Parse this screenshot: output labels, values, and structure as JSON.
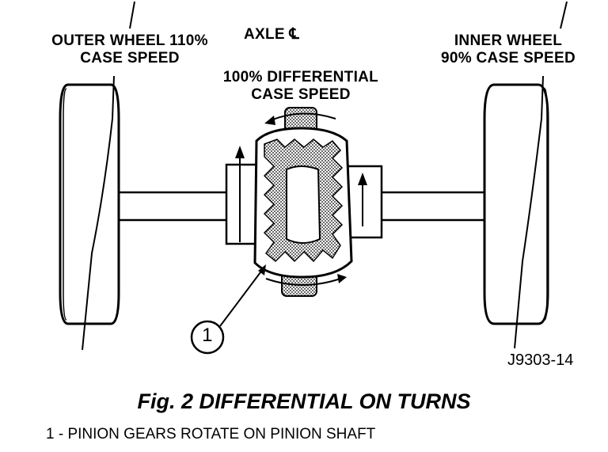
{
  "labels": {
    "outer_wheel_line1": "OUTER WHEEL 110%",
    "outer_wheel_line2": "CASE SPEED",
    "axle_center": "AXLE ℄",
    "inner_wheel_line1": "INNER WHEEL",
    "inner_wheel_line2": "90% CASE SPEED",
    "diff_case_line1": "100% DIFFERENTIAL",
    "diff_case_line2": "CASE SPEED",
    "callout_number": "1",
    "figure_id": "J9303-14"
  },
  "caption": "Fig. 2 DIFFERENTIAL ON TURNS",
  "legend": "1 - PINION GEARS ROTATE ON PINION SHAFT"
}
